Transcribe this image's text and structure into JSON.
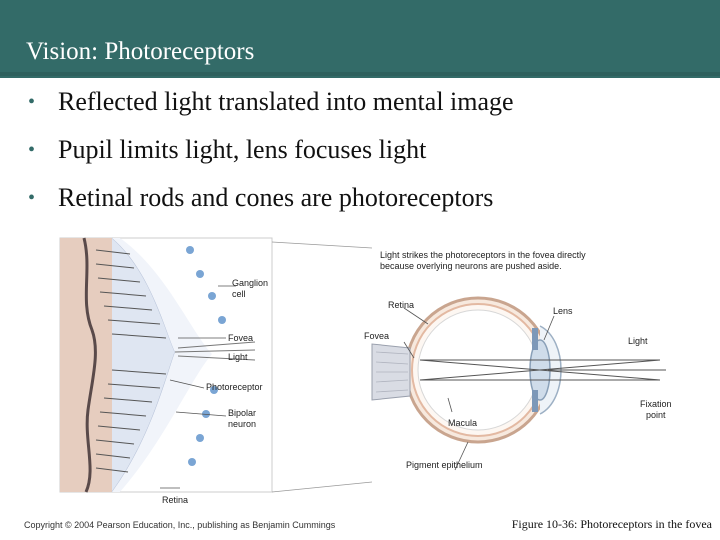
{
  "slide": {
    "title": "Vision: Photoreceptors",
    "bullets": [
      "Reflected light translated into mental image",
      "Pupil limits light, lens focuses light",
      "Retinal rods and cones are photoreceptors"
    ]
  },
  "figure": {
    "retina_labels": {
      "ganglion": "Ganglion",
      "ganglion_2": "cell",
      "fovea": "Fovea",
      "light": "Light",
      "photoreceptor": "Photoreceptor",
      "bipolar": "Bipolar",
      "bipolar_2": "neuron",
      "retina": "Retina"
    },
    "eye_labels": {
      "note_line1": "Light strikes the photoreceptors in the fovea directly",
      "note_line2": "because overlying neurons are pushed aside.",
      "retina": "Retina",
      "lens": "Lens",
      "fovea": "Fovea",
      "light": "Light",
      "macula": "Macula",
      "fixation": "Fixation",
      "fixation_2": "point",
      "pigment": "Pigment epithelium"
    }
  },
  "footer": {
    "copyright": "Copyright © 2004 Pearson Education, Inc., publishing as Benjamin Cummings",
    "caption": "Figure 10-36: Photoreceptors in the fovea"
  }
}
